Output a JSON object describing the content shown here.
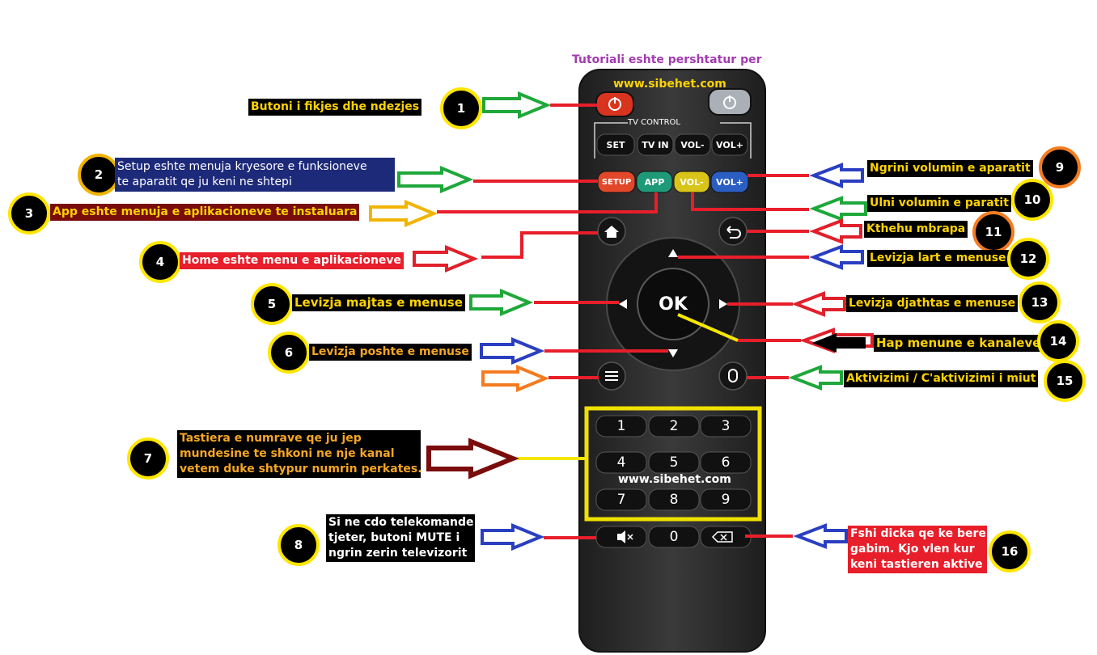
{
  "header": {
    "tutorial_text": "Tutoriali eshte pershtatur per",
    "site": "www.sibehet.com",
    "tutorial_color": "#a23bb0",
    "site_color": "#ffd300"
  },
  "remote": {
    "tv_control": "TV CONTROL",
    "tv_buttons": [
      "SET",
      "TV IN",
      "VOL-",
      "VOL+"
    ],
    "color_buttons": [
      "SETUP",
      "APP",
      "VOL-",
      "VOL+"
    ],
    "ok": "OK",
    "digits": [
      "1",
      "2",
      "3",
      "4",
      "5",
      "6",
      "7",
      "8",
      "9"
    ],
    "watermark": "www.sibehet.com",
    "zero": "0",
    "body_color": "#2b2b2b",
    "keypad_box_color": "#f0e000"
  },
  "annotations": [
    {
      "num": "1",
      "text": "Butoni i fikjes dhe ndezjes"
    },
    {
      "num": "2",
      "line1": "Setup eshte menuja kryesore e funksioneve",
      "line2": "te aparatit qe ju keni ne shtepi"
    },
    {
      "num": "3",
      "text": "App eshte menuja e aplikacioneve te instaluara"
    },
    {
      "num": "4",
      "text": "Home eshte menu e aplikacioneve"
    },
    {
      "num": "5",
      "text": "Levizja majtas e menuse"
    },
    {
      "num": "6",
      "text": "Levizja poshte e menuse"
    },
    {
      "num": "7",
      "line1": "Tastiera e numrave qe ju jep",
      "line2": "mundesine te shkoni ne nje kanal",
      "line3": "vetem duke shtypur numrin perkates."
    },
    {
      "num": "8",
      "line1": "Si ne cdo telekomande",
      "line2": "tjeter, butoni MUTE i",
      "line3": "ngrin zerin televizorit"
    },
    {
      "num": "9",
      "text": "Ngrini volumin e aparatit"
    },
    {
      "num": "10",
      "text": "Ulni volumin e paratit"
    },
    {
      "num": "11",
      "text": "Kthehu mbrapa"
    },
    {
      "num": "12",
      "text": "Levizja lart e menuse"
    },
    {
      "num": "13",
      "text": "Levizja djathtas e menuse"
    },
    {
      "num": "14",
      "text": "Hap menune e kanaleve"
    },
    {
      "num": "15",
      "text": "Aktivizimi / C'aktivizimi i miut"
    },
    {
      "num": "16",
      "line1": "Fshi dicka qe ke bere",
      "line2": "gabim. Kjo vlen kur",
      "line3": "keni tastieren aktive"
    }
  ],
  "arrow_colors": {
    "green": "#1fa83a",
    "blue": "#2a3fc0",
    "orange": "#f2a900",
    "red": "#e0202a",
    "dark_red": "#7a0c0c",
    "black": "#000000",
    "line_red": "#e81e2a",
    "line_yellow": "#f5e600"
  }
}
